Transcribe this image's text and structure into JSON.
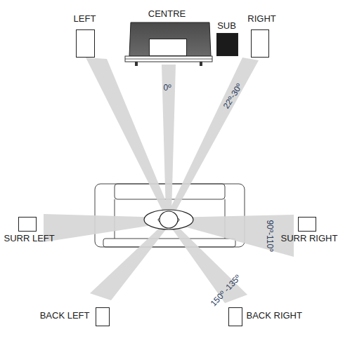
{
  "diagram": {
    "nodes": [
      {
        "text": [
          "LEFT"
        ]
      },
      {
        "text": [
          "CENTRE"
        ]
      },
      {
        "text": [
          "SUB"
        ]
      },
      {
        "text": [
          "RIGHT"
        ]
      },
      {
        "text": [
          "SURR LEFT"
        ]
      },
      {
        "text": [
          "SURR RIGHT"
        ]
      },
      {
        "text": [
          "BACK LEFT"
        ]
      },
      {
        "text": [
          "BACK RIGHT"
        ]
      }
    ],
    "labels": [
      "0º",
      "22º-30º",
      "90º-110º",
      "150º -135º"
    ]
  }
}
